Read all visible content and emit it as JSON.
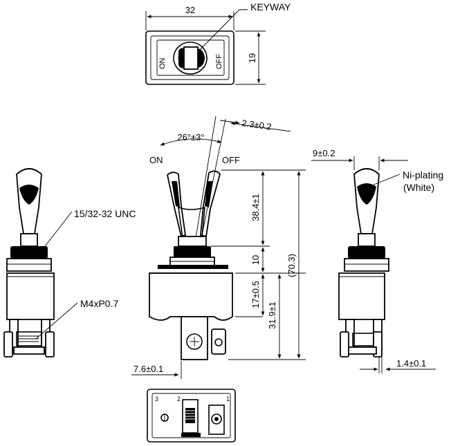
{
  "top_view": {
    "width_dim": "32",
    "height_dim": "19",
    "keyway_label": "KEYWAY",
    "on_label": "ON",
    "off_label": "OFF"
  },
  "front_view": {
    "angle_dim": "26°±3°",
    "on_label": "ON",
    "off_label": "OFF",
    "lever_width_dim": "2.3±0.2",
    "lever_height_dim": "38.4±1",
    "total_height_dim": "(70.3)",
    "bushing_dim": "10",
    "body_dim": "17±0.5",
    "lower_dim": "31.9±1",
    "terminal_offset_dim": "7.6±0.1"
  },
  "left_view": {
    "thread_label": "15/32-32 UNC",
    "screw_label": "M4xP0.7"
  },
  "right_view": {
    "lever_width_dim": "9±0.2",
    "plating_label_line1": "Ni-plating",
    "plating_label_line2": "(White)",
    "terminal_thickness_dim": "1.4±0.1"
  },
  "bottom_view": {
    "terminal_numbers": [
      "3",
      "2",
      "1"
    ]
  }
}
